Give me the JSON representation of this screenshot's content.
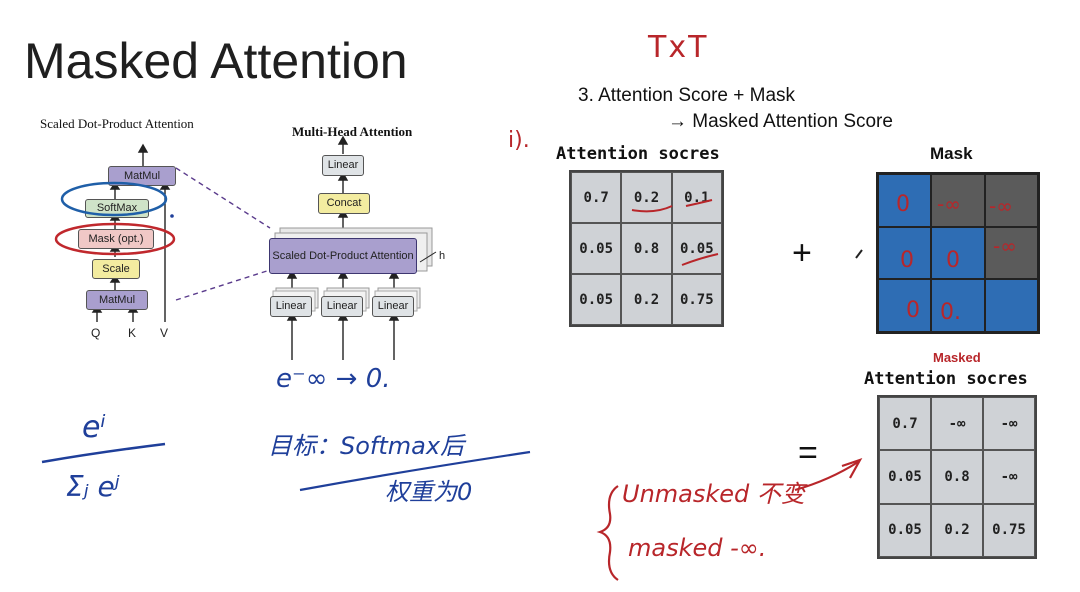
{
  "title": "Masked Attention",
  "sdpa": {
    "caption": "Scaled Dot-Product Attention",
    "matmul_top": "MatMul",
    "softmax": "SoftMax",
    "mask": "Mask (opt.)",
    "scale": "Scale",
    "matmul_bottom": "MatMul",
    "q": "Q",
    "k": "K",
    "v": "V"
  },
  "mha": {
    "caption": "Multi-Head Attention",
    "linear_top": "Linear",
    "concat": "Concat",
    "sdpa_block": "Scaled Dot-Product Attention",
    "h": "h",
    "linear": "Linear"
  },
  "step": {
    "line1": "3.  Attention Score + Mask",
    "line2": "→ Masked Attention Score"
  },
  "scores": {
    "title": "Attention socres",
    "cells": [
      "0.7",
      "0.2",
      "0.1",
      "0.05",
      "0.8",
      "0.05",
      "0.05",
      "0.2",
      "0.75"
    ]
  },
  "mask": {
    "title": "Mask",
    "pattern": [
      "blue",
      "gray",
      "gray",
      "blue",
      "blue",
      "gray",
      "blue",
      "blue",
      "blue"
    ]
  },
  "masked": {
    "label": "Masked",
    "title": "Attention socres",
    "cells": [
      "0.7",
      "-∞",
      "-∞",
      "0.05",
      "0.8",
      "-∞",
      "0.05",
      "0.2",
      "0.75"
    ]
  },
  "operators": {
    "plus": "+",
    "equals": "="
  },
  "handwriting": {
    "txt": "TxT",
    "side_mark": "i).",
    "e_limit": "e⁻∞ → 0.",
    "softmax_note": "目标：Softmax后",
    "weight_zero": "权重为0",
    "frac_num": "eⁱ",
    "frac_den": "Σⱼ eʲ",
    "mask_cells": [
      "0",
      "-∞",
      "-∞",
      "0",
      "0",
      "-∞",
      "0",
      "0.",
      ""
    ],
    "unmasked": "Unmasked 不变",
    "masked_line": "masked  -∞."
  },
  "colors": {
    "ink_red": "#b8262a",
    "ink_blue": "#1f3f9a",
    "mask_blue": "#2e6db4",
    "mask_gray": "#5b5b5b",
    "cell_gray": "#cfd2d6",
    "block_purple": "#a99fce",
    "block_green": "#cfe3c8",
    "block_yellow": "#f3eca0",
    "block_pink": "#f0c8c6",
    "block_gray": "#dfe3e6"
  }
}
